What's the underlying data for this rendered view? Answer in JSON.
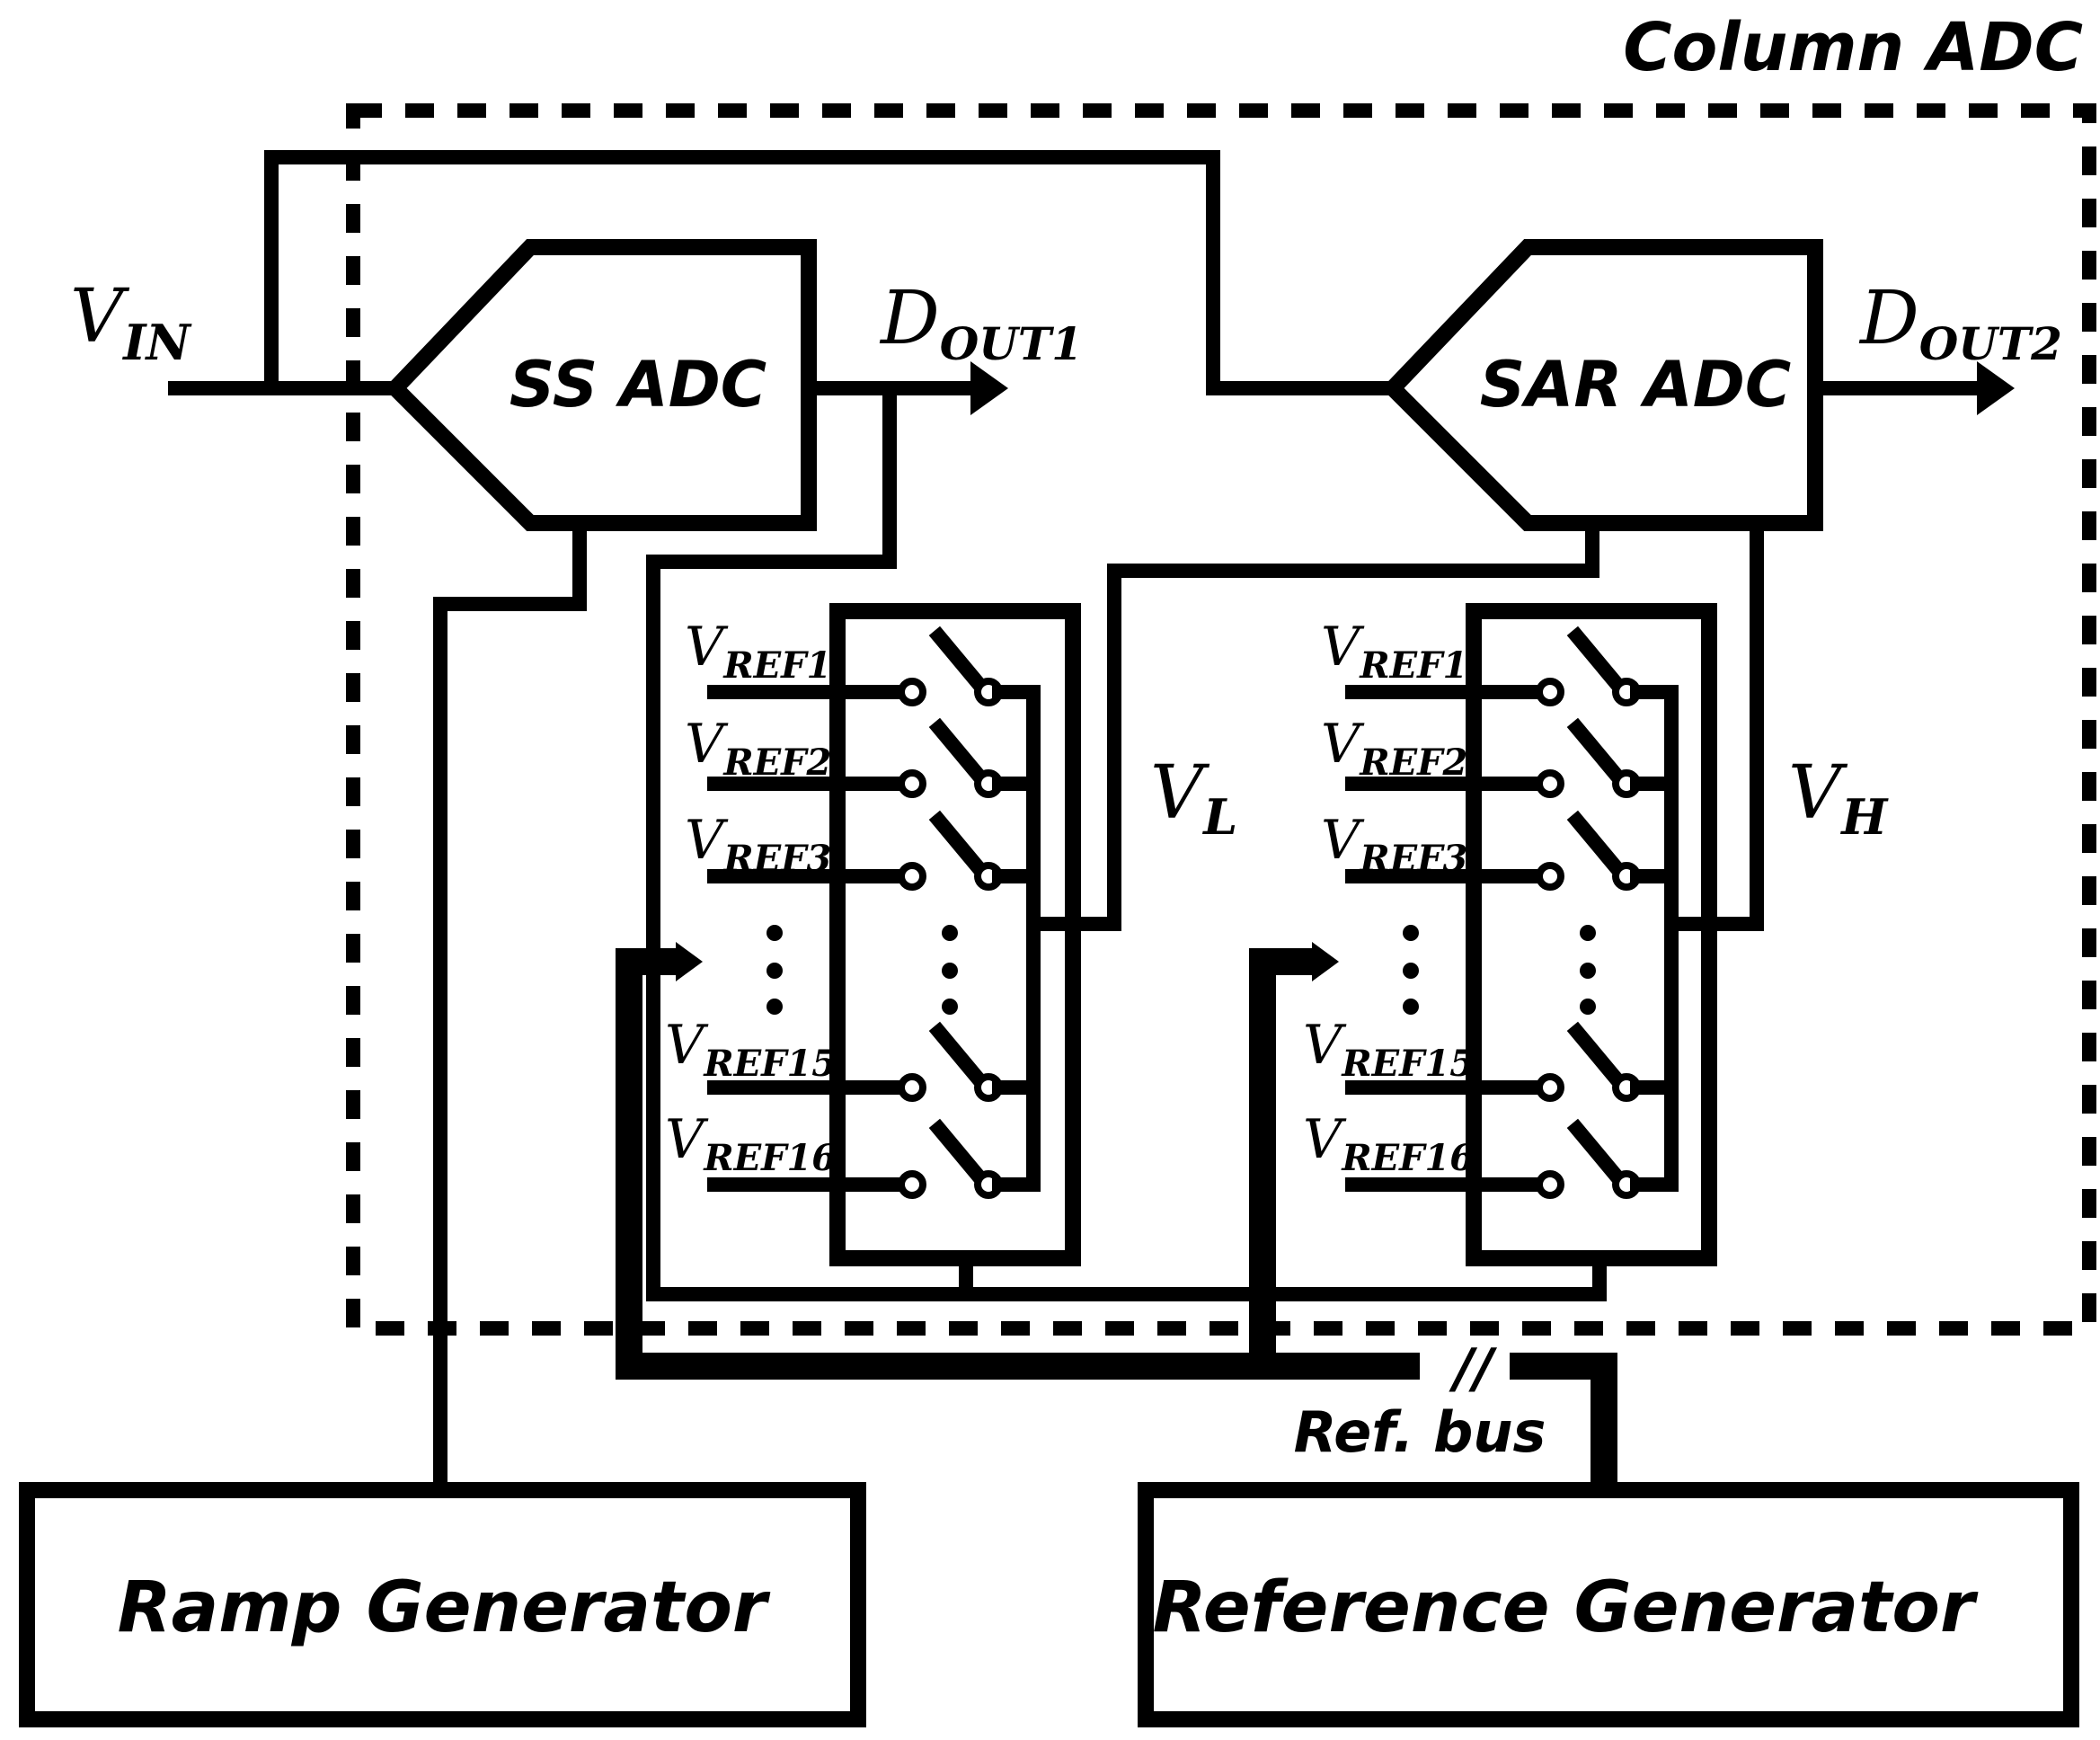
{
  "title": "Column ADC",
  "ss_adc": {
    "label": "SS ADC",
    "input": {
      "main": "V",
      "sub": "IN"
    },
    "output": {
      "main": "D",
      "sub": "OUT1"
    }
  },
  "sar_adc": {
    "label": "SAR ADC",
    "output": {
      "main": "D",
      "sub": "OUT2"
    }
  },
  "mux_left": {
    "out": {
      "main": "V",
      "sub": "L"
    },
    "refs": [
      {
        "main": "V",
        "sub": "REF1"
      },
      {
        "main": "V",
        "sub": "REF2"
      },
      {
        "main": "V",
        "sub": "REF3"
      },
      {
        "main": "V",
        "sub": "REF15"
      },
      {
        "main": "V",
        "sub": "REF16"
      }
    ]
  },
  "mux_right": {
    "out": {
      "main": "V",
      "sub": "H"
    },
    "refs": [
      {
        "main": "V",
        "sub": "REF1"
      },
      {
        "main": "V",
        "sub": "REF2"
      },
      {
        "main": "V",
        "sub": "REF3"
      },
      {
        "main": "V",
        "sub": "REF15"
      },
      {
        "main": "V",
        "sub": "REF16"
      }
    ]
  },
  "ref_bus": {
    "label": "Ref. bus",
    "slash": "//"
  },
  "ramp_generator": {
    "label": "Ramp Generator"
  },
  "reference_generator": {
    "label": "Reference Generator"
  }
}
